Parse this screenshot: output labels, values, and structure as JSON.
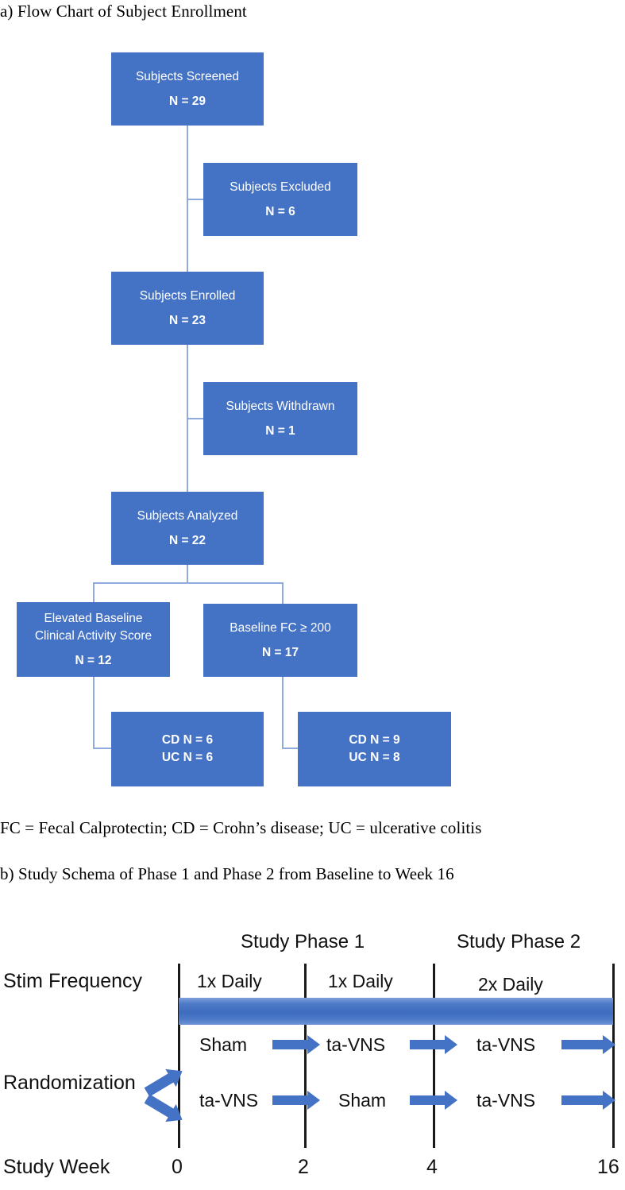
{
  "panel_a": {
    "heading": "a)   Flow Chart of Subject Enrollment",
    "footnote": "FC = Fecal Calprotectin; CD = Crohn’s disease; UC = ulcerative colitis",
    "box_color": "#4472C4",
    "connector_color": "#8FAADC",
    "boxes": [
      {
        "id": "screened",
        "line1": "Subjects Screened",
        "line2": "",
        "n": "N = 29"
      },
      {
        "id": "excluded",
        "line1": "Subjects Excluded",
        "line2": "",
        "n": "N = 6"
      },
      {
        "id": "enrolled",
        "line1": "Subjects Enrolled",
        "line2": "",
        "n": "N = 23"
      },
      {
        "id": "withdrawn",
        "line1": "Subjects Withdrawn",
        "line2": "",
        "n": "N = 1"
      },
      {
        "id": "analyzed",
        "line1": "Subjects Analyzed",
        "line2": "",
        "n": "N = 22"
      },
      {
        "id": "elevated",
        "line1": "Elevated Baseline",
        "line2": "Clinical Activity Score",
        "n": "N = 12"
      },
      {
        "id": "fc200",
        "line1": "Baseline FC ≥ 200",
        "line2": "",
        "n": "N = 17"
      },
      {
        "id": "cduc_left",
        "line1": "CD N = 6",
        "line2": "UC N = 6",
        "n": ""
      },
      {
        "id": "cduc_right",
        "line1": "CD N = 9",
        "line2": "UC N = 8",
        "n": ""
      }
    ]
  },
  "panel_b": {
    "heading": "b) Study Schema of Phase 1 and Phase 2 from Baseline to Week 16",
    "band_color": "#4472C4",
    "arrow_color": "#4472C4",
    "axis_color": "#1a1a1a",
    "row_labels": {
      "stim_frequency": "Stim Frequency",
      "randomization": "Randomization",
      "study_week": "Study Week"
    },
    "phases": [
      {
        "label": "Study Phase 1"
      },
      {
        "label": "Study Phase 2"
      }
    ],
    "stim_frequency_values": [
      "1x Daily",
      "1x Daily",
      "2x Daily"
    ],
    "arm_top": [
      "Sham",
      "ta-VNS",
      "ta-VNS"
    ],
    "arm_bottom": [
      "ta-VNS",
      "Sham",
      "ta-VNS"
    ],
    "week_ticks": [
      "0",
      "2",
      "4",
      "16"
    ]
  }
}
